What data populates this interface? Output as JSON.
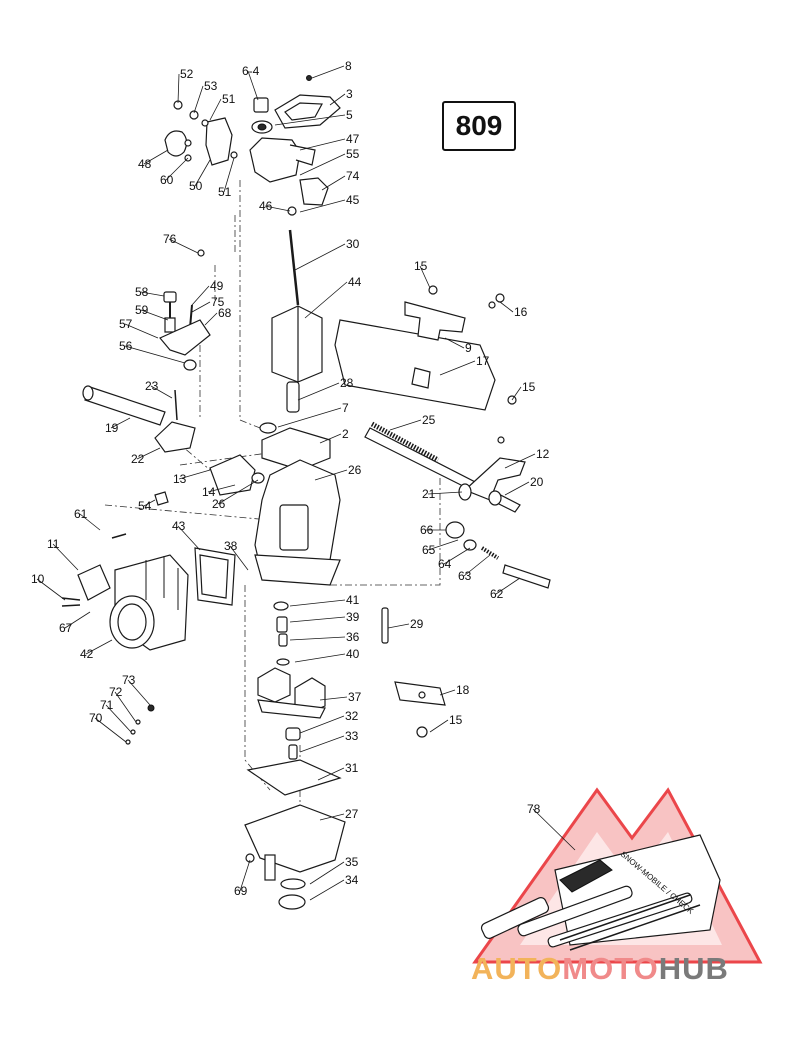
{
  "diagram": {
    "code": "809",
    "callouts": [
      "52",
      "53",
      "6-4",
      "8",
      "51",
      "3",
      "5",
      "47",
      "48",
      "60",
      "50",
      "51",
      "55",
      "74",
      "46",
      "45",
      "76",
      "30",
      "49",
      "58",
      "59",
      "75",
      "68",
      "57",
      "56",
      "44",
      "15",
      "16",
      "9",
      "17",
      "15",
      "23",
      "28",
      "19",
      "7",
      "22",
      "2",
      "25",
      "12",
      "13",
      "14",
      "26",
      "26",
      "21",
      "20",
      "54",
      "61",
      "43",
      "66",
      "65",
      "64",
      "63",
      "62",
      "11",
      "38",
      "10",
      "67",
      "42",
      "41",
      "29",
      "39",
      "36",
      "40",
      "73",
      "72",
      "71",
      "70",
      "37",
      "18",
      "32",
      "15",
      "33",
      "31",
      "27",
      "78",
      "35",
      "69",
      "34"
    ]
  },
  "watermark": {
    "brand_parts": [
      "AUTO",
      "MOTO",
      "HUB"
    ],
    "colors": {
      "auto": "#f2b35a",
      "moto": "#f08a8a",
      "hub": "#7a7a7a",
      "logo": "#e8262b"
    }
  },
  "tool_kit_label": "SNOW-MOBILE / CHECK"
}
